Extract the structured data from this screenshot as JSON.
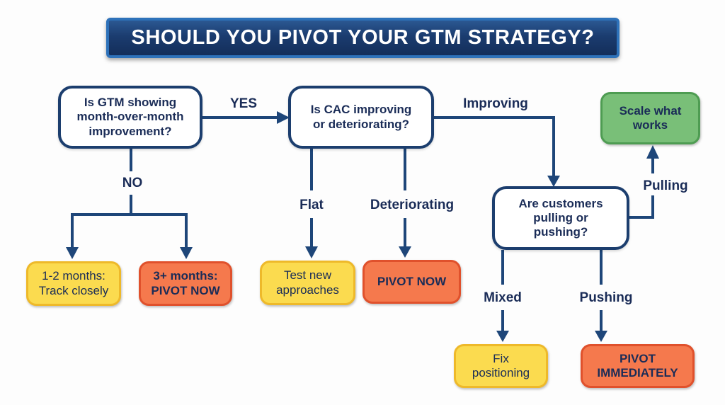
{
  "title": "SHOULD YOU PIVOT YOUR GTM STRATEGY?",
  "nodes": {
    "gtm_question": "Is GTM showing\nmonth-over-month\nimprovement?",
    "cac_question": "Is CAC improving\nor deteriorating?",
    "customers_question": "Are customers\npulling or\npushing?",
    "scale_what_works": "Scale what\nworks",
    "track_closely": "1-2 months:\nTrack closely",
    "pivot_now_3_months": "3+ months:\nPIVOT NOW",
    "test_new_approaches": "Test new\napproaches",
    "pivot_now": "PIVOT NOW",
    "fix_positioning": "Fix\npositioning",
    "pivot_immediately": "PIVOT\nIMMEDIATELY"
  },
  "edge_labels": {
    "yes": "YES",
    "no": "NO",
    "improving": "Improving",
    "flat": "Flat",
    "deteriorating": "Deteriorating",
    "pulling": "Pulling",
    "mixed": "Mixed",
    "pushing": "Pushing"
  },
  "colors": {
    "navy_text": "#1a2c57",
    "line_blue": "#1e4679",
    "box_border_navy": "#1c3e6e",
    "banner_fill": "#132e5a",
    "banner_border": "#2e72ba",
    "yellow_fill": "#fbdb4f",
    "yellow_border": "#eeb92a",
    "orange_fill": "#f5794d",
    "orange_border": "#e0512c",
    "green_fill": "#79bf78",
    "green_border": "#4e9c52"
  }
}
